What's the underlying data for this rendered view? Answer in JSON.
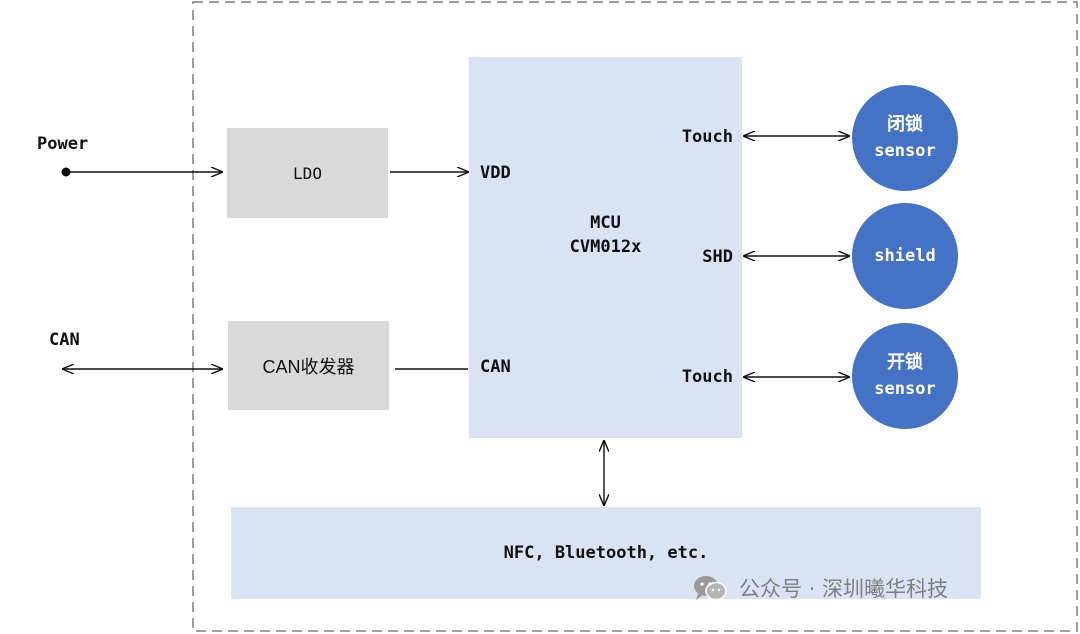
{
  "inputs": {
    "power_label": "Power",
    "can_label": "CAN"
  },
  "blocks": {
    "ldo_label": "LDO",
    "can_transceiver_label": "CAN收发器",
    "mcu_line1": "MCU",
    "mcu_line2": "CVM012x",
    "bottom_label": "NFC, Bluetooth, etc."
  },
  "mcu_pins": {
    "vdd": "VDD",
    "can": "CAN",
    "touch_top": "Touch",
    "shd": "SHD",
    "touch_bottom": "Touch"
  },
  "sensors": {
    "close_lock_cn": "闭锁",
    "close_lock_en": "sensor",
    "shield": "shield",
    "open_lock_cn": "开锁",
    "open_lock_en": "sensor"
  },
  "watermark": {
    "text": "公众号 · 深圳曦华科技",
    "icon": "wechat-icon"
  },
  "colors": {
    "mcu_fill": "#dae3f3",
    "grey_block": "#d9d9d9",
    "sensor_fill": "#4472c4",
    "border_dash": "#7f7f7f"
  }
}
